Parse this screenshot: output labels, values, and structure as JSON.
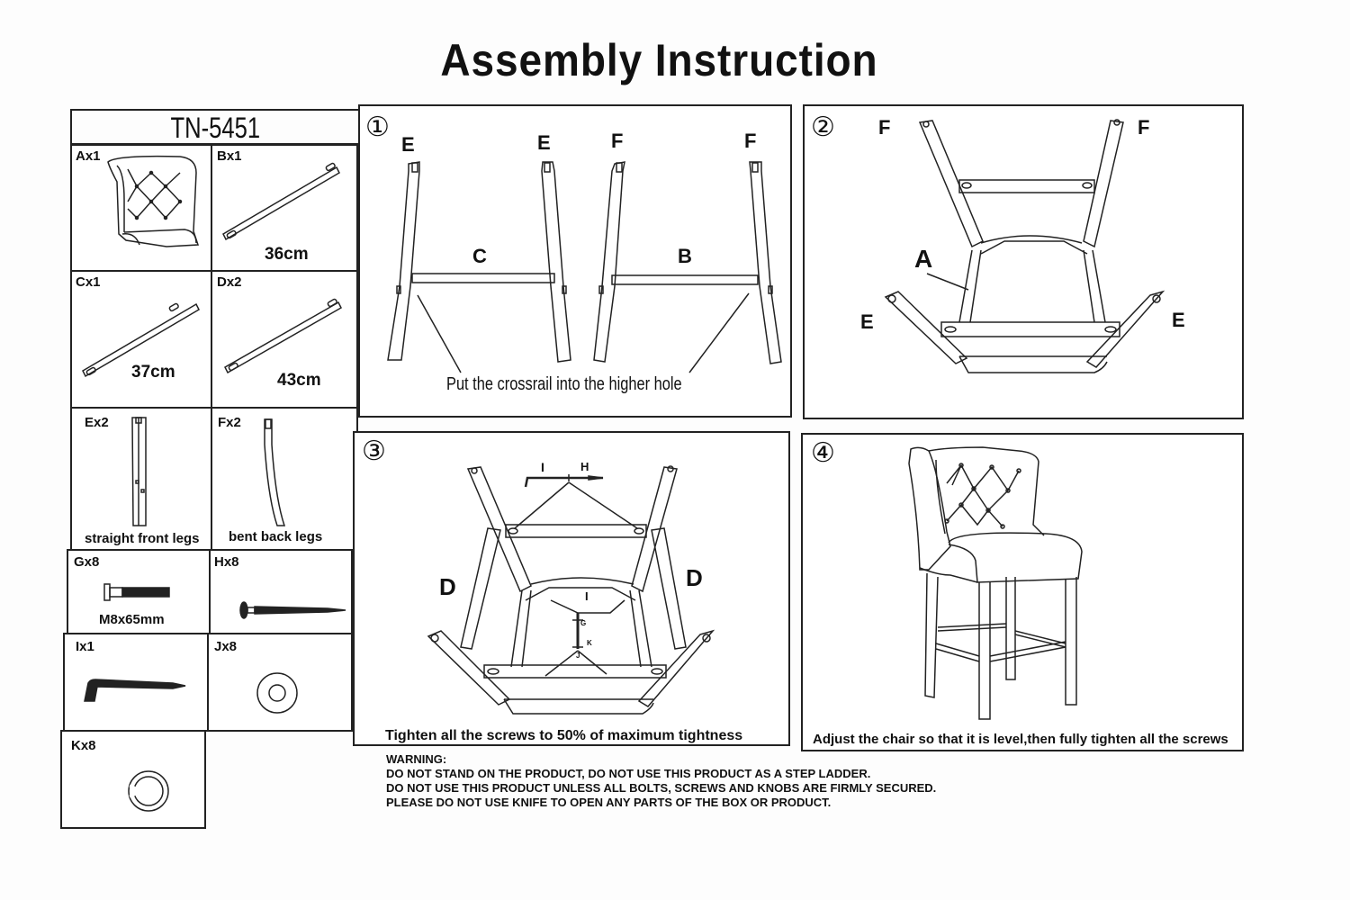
{
  "document": {
    "title": "Assembly Instruction",
    "model": "TN-5451"
  },
  "parts": [
    {
      "id": "A",
      "label": "Ax1",
      "name": "seat",
      "caption": ""
    },
    {
      "id": "B",
      "label": "Bx1",
      "name": "crossrail",
      "caption": "36cm"
    },
    {
      "id": "C",
      "label": "Cx1",
      "name": "crossrail",
      "caption": "37cm"
    },
    {
      "id": "D",
      "label": "Dx2",
      "name": "crossrail",
      "caption": "43cm"
    },
    {
      "id": "E",
      "label": "Ex2",
      "name": "front-leg",
      "caption": "straight front legs"
    },
    {
      "id": "F",
      "label": "Fx2",
      "name": "back-leg",
      "caption": "bent back legs"
    },
    {
      "id": "G",
      "label": "Gx8",
      "name": "bolt",
      "caption": "M8x65mm"
    },
    {
      "id": "H",
      "label": "Hx8",
      "name": "screw",
      "caption": ""
    },
    {
      "id": "I",
      "label": "Ix1",
      "name": "allen-key",
      "caption": ""
    },
    {
      "id": "J",
      "label": "Jx8",
      "name": "flat-washer",
      "caption": ""
    },
    {
      "id": "K",
      "label": "Kx8",
      "name": "spring-washer",
      "caption": ""
    }
  ],
  "steps": [
    {
      "number": "①",
      "labels": {
        "e1": "E",
        "e2": "E",
        "f1": "F",
        "f2": "F",
        "c": "C",
        "b": "B"
      },
      "instruction": "Put the crossrail into the higher hole"
    },
    {
      "number": "②",
      "labels": {
        "f1": "F",
        "f2": "F",
        "a": "A",
        "e1": "E",
        "e2": "E"
      },
      "instruction": ""
    },
    {
      "number": "③",
      "labels": {
        "i": "I",
        "h": "H",
        "d1": "D",
        "d2": "D",
        "i2": "I",
        "g": "G",
        "k": "K",
        "j": "J"
      },
      "instruction": "Tighten all the screws to 50% of maximum tightness"
    },
    {
      "number": "④",
      "labels": {},
      "instruction": "Adjust the chair so that it is level,then fully tighten all the screws"
    }
  ],
  "warning": {
    "heading": "WARNING:",
    "lines": [
      "DO NOT STAND ON THE PRODUCT, DO NOT USE THIS PRODUCT AS A STEP LADDER.",
      "DO NOT USE THIS PRODUCT UNLESS ALL BOLTS, SCREWS AND KNOBS ARE FIRMLY SECURED.",
      "PLEASE DO NOT USE KNIFE TO OPEN ANY PARTS OF THE BOX OR PRODUCT."
    ]
  }
}
